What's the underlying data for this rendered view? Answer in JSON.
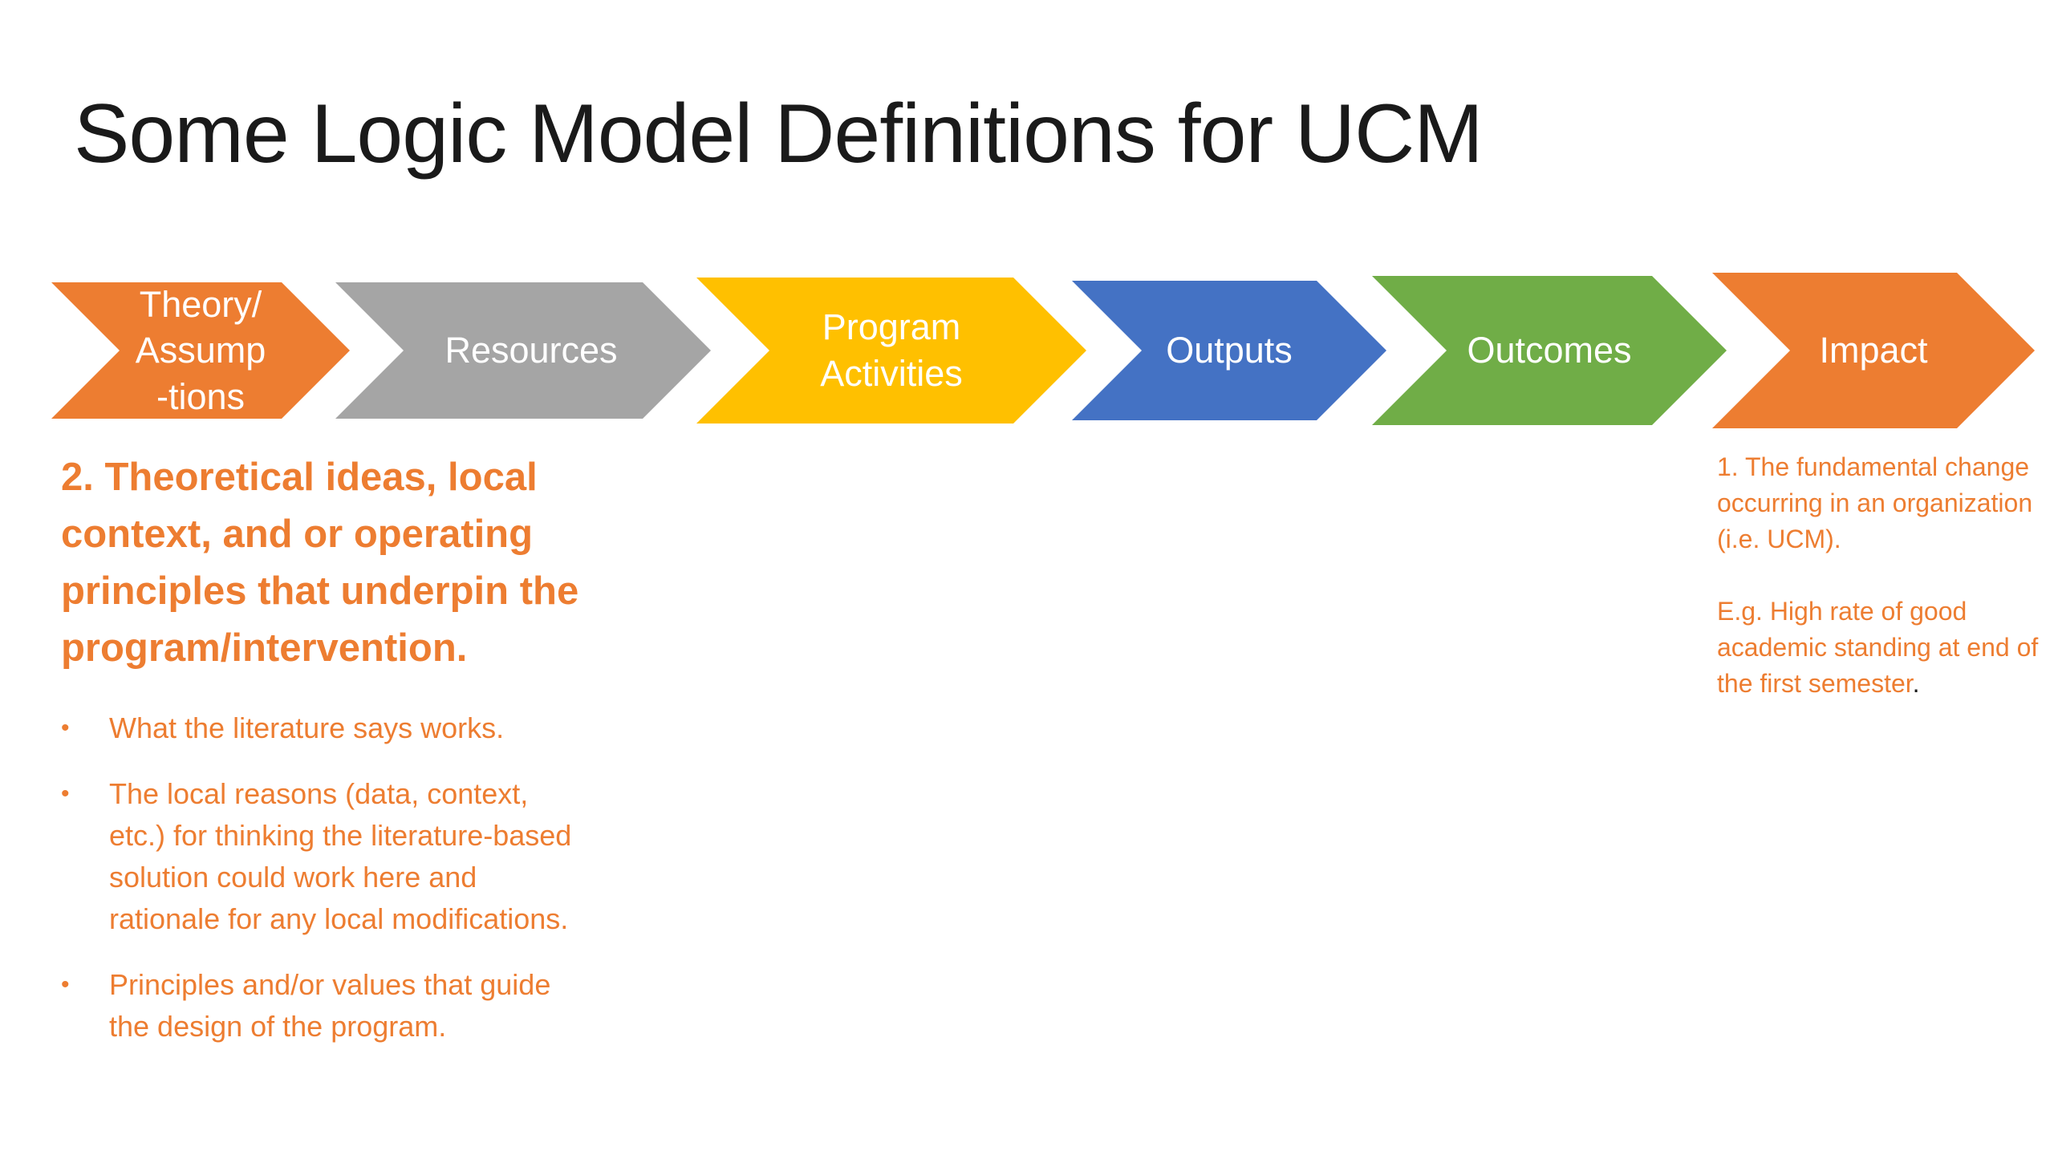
{
  "title": "Some Logic Model Definitions for UCM",
  "chevrons": [
    {
      "label": "Theory/\nAssump\n-tions",
      "color": "#ed7d31"
    },
    {
      "label": "Resources",
      "color": "#a5a5a5"
    },
    {
      "label": "Program\nActivities",
      "color": "#ffc000"
    },
    {
      "label": "Outputs",
      "color": "#4472c4"
    },
    {
      "label": "Outcomes",
      "color": "#70ad47"
    },
    {
      "label": "Impact",
      "color": "#ed7d31"
    }
  ],
  "left_panel": {
    "heading": "2. Theoretical ideas, local context, and or operating principles that underpin the program/intervention.",
    "bullets": [
      "What the literature says works.",
      "The local reasons (data, context, etc.) for thinking the literature-based solution could work here and rationale for any local modifications.",
      "Principles and/or values that guide the design of the program."
    ],
    "bullet_symbol": "•"
  },
  "right_panel": {
    "definition": "1. The fundamental change occurring in an organization (i.e. UCM).",
    "example": "E.g. High rate of good academic standing at end of the first semester",
    "example_end": "."
  },
  "accent_color": "#ed7d31"
}
